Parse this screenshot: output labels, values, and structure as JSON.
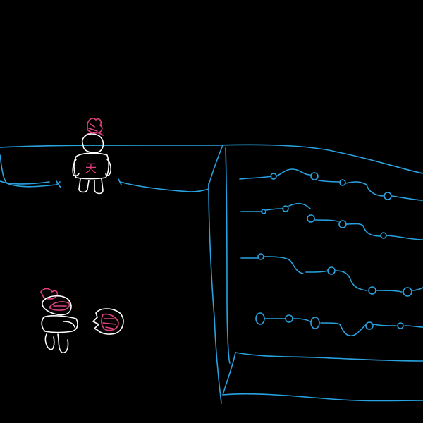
{
  "canvas": {
    "background_color": "#000000"
  },
  "colors": {
    "outline_blue": "#29a3e0",
    "figure_white": "#ffffff",
    "accent_pink": "#e0407f"
  },
  "figures": {
    "standing_character": {
      "shirt_glyph": "天",
      "icon": "standing-character-icon"
    },
    "fallen_character": {
      "icon": "fallen-character-icon"
    },
    "round_object": {
      "icon": "cracked-ball-icon"
    }
  },
  "scene": {
    "elements": [
      "platform-outline",
      "vertical-divider",
      "wavy-rope-rows",
      "bottom-edge"
    ]
  }
}
